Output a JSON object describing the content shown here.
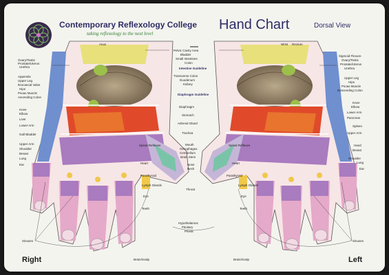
{
  "header": {
    "college_name": "Contemporary Reflexology College",
    "tagline": "taking reflexology to the next level",
    "chart_title": "Hand Chart",
    "view": "Dorsal View"
  },
  "sides": {
    "left_hand": "Right",
    "right_hand": "Left"
  },
  "labels": {
    "center": [
      "Pelvic Cavity Area",
      "Bladder",
      "Small Intestines",
      "Colon",
      "Intestine Guideline",
      "Transverse Colon",
      "Duodenum",
      "Kidney",
      "Diaphragm Guideline",
      "Diaphragm",
      "Stomach",
      "Adrenal Gland",
      "Trachea",
      "Mouth",
      "Oesophagus",
      "Cerebellum",
      "Brain Stem",
      "Nose",
      "Neck",
      "Throat",
      "Hypothalamus",
      "Pituitary",
      "Pineal"
    ],
    "left_side": [
      "Ovary/Testis",
      "Prostate/Uterus",
      "Urethra",
      "Appendix",
      "Upper Leg",
      "Ileocaecal Valve",
      "Hips",
      "Psoas Muscle",
      "Ascending Colon",
      "Knee",
      "Elbow",
      "Liver",
      "Lower Arm",
      "Gall Bladder",
      "Upper Arm",
      "Shoulder",
      "Breast",
      "Lung",
      "Ear",
      "Sinuses",
      "Brain/Scalp"
    ],
    "right_side": [
      "Sigmoid Flexure",
      "Ovary/Testis",
      "Prostate/Uterus",
      "Urethra",
      "Upper Leg",
      "Hips",
      "Psoas Muscle",
      "Descending Colon",
      "Knee",
      "Elbow",
      "Lower Arm",
      "Pancreas",
      "Spleen",
      "Upper Arm",
      "Hand",
      "Breast",
      "Shoulder",
      "Lung",
      "Ear",
      "Sinuses",
      "Brain/Scalp"
    ],
    "hand_inner": [
      "Spinal Reflexes",
      "Heart",
      "Parathyroid",
      "Lymph Glands",
      "Eye",
      "Teeth"
    ],
    "wrist_top": [
      "Wrist",
      "Rectum",
      "Anus"
    ]
  }
}
